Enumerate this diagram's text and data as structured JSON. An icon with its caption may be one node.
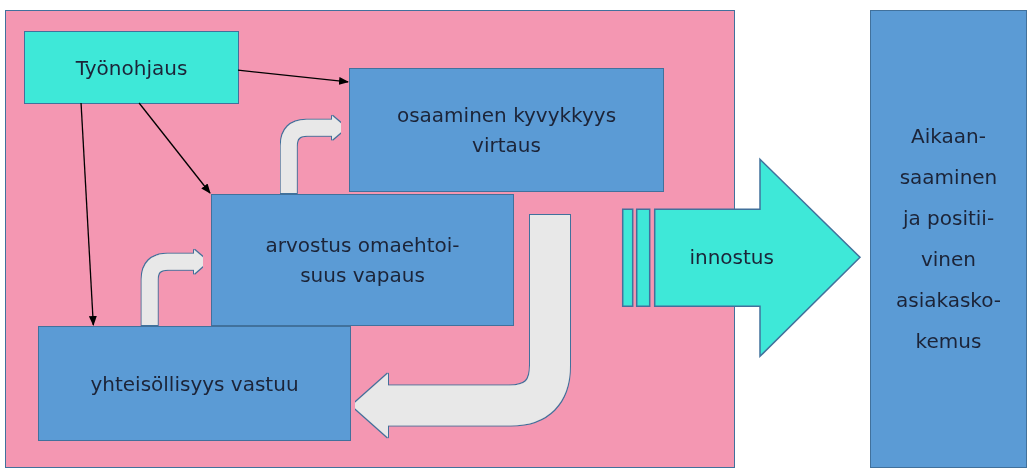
{
  "diagram": {
    "nodes": [
      {
        "text": [],
        "shape": "box"
      },
      {
        "text": [
          "Työnohjaus"
        ],
        "in": 0
      },
      {
        "text": [
          "osaaminen kyvykkyys virtaus"
        ],
        "in": 0
      },
      {
        "text": [
          "arvostus omaehtoi- suus vapaus"
        ],
        "in": 0
      },
      {
        "text": [
          "yhteisöllisyys vastuu"
        ],
        "in": 0
      },
      {
        "text": [
          "Aikaan- saaminen ja positii- vinen asiakasko- kemus"
        ]
      }
    ],
    "edges": [
      {
        "from": 1,
        "to": 2,
        "arrow": "to"
      },
      {
        "from": 1,
        "to": 3,
        "arrow": "to"
      },
      {
        "from": 1,
        "to": 4,
        "arrow": "to"
      },
      {
        "from": 4,
        "to": 3,
        "arrow": "to",
        "style": "thick",
        "color": "#e8e8e8"
      },
      {
        "from": 3,
        "to": 2,
        "arrow": "to",
        "style": "thick",
        "color": "#e8e8e8"
      },
      {
        "from": null,
        "to": 4,
        "arrow": "to",
        "style": "thick",
        "color": "#e8e8e8"
      },
      {
        "from": 0,
        "to": 5,
        "arrow": "to",
        "style": "thick",
        "color": "#3ee8d8",
        "label": "innostus"
      }
    ]
  }
}
